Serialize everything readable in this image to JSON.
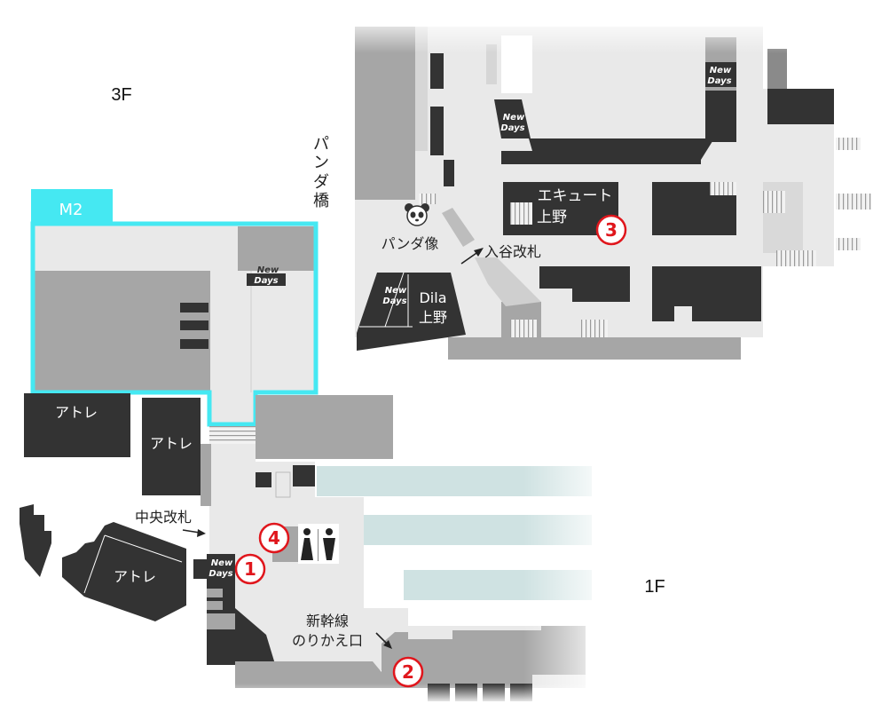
{
  "floors": {
    "upper": "3F",
    "mezzanine": "M2",
    "lower": "1F"
  },
  "stores": {
    "atre": "アトレ",
    "ecute_line1": "エキュート",
    "ecute_line2": "上野",
    "dila_line1": "Dila",
    "dila_line2": "上野",
    "newdays_line1": "New",
    "newdays_line2": "Days"
  },
  "places": {
    "panda_bridge": [
      "パ",
      "ン",
      "ダ",
      "橋"
    ],
    "panda_statue": "パンダ像",
    "iriya_gate": "入谷改札",
    "central_gate": "中央改札",
    "shinkansen_line1": "新幹線",
    "shinkansen_line2": "のりかえ口"
  },
  "markers": [
    "1",
    "2",
    "3",
    "4"
  ],
  "icons": {
    "restroom": "restroom-icon",
    "panda": "panda-icon"
  },
  "colors": {
    "building_dark": "#333333",
    "area_mid": "#a6a6a6",
    "concourse": "#e9e9e9",
    "platform": "#cfe2e2",
    "mezzanine_outline": "#45e8f2",
    "marker": "#e0161c"
  }
}
